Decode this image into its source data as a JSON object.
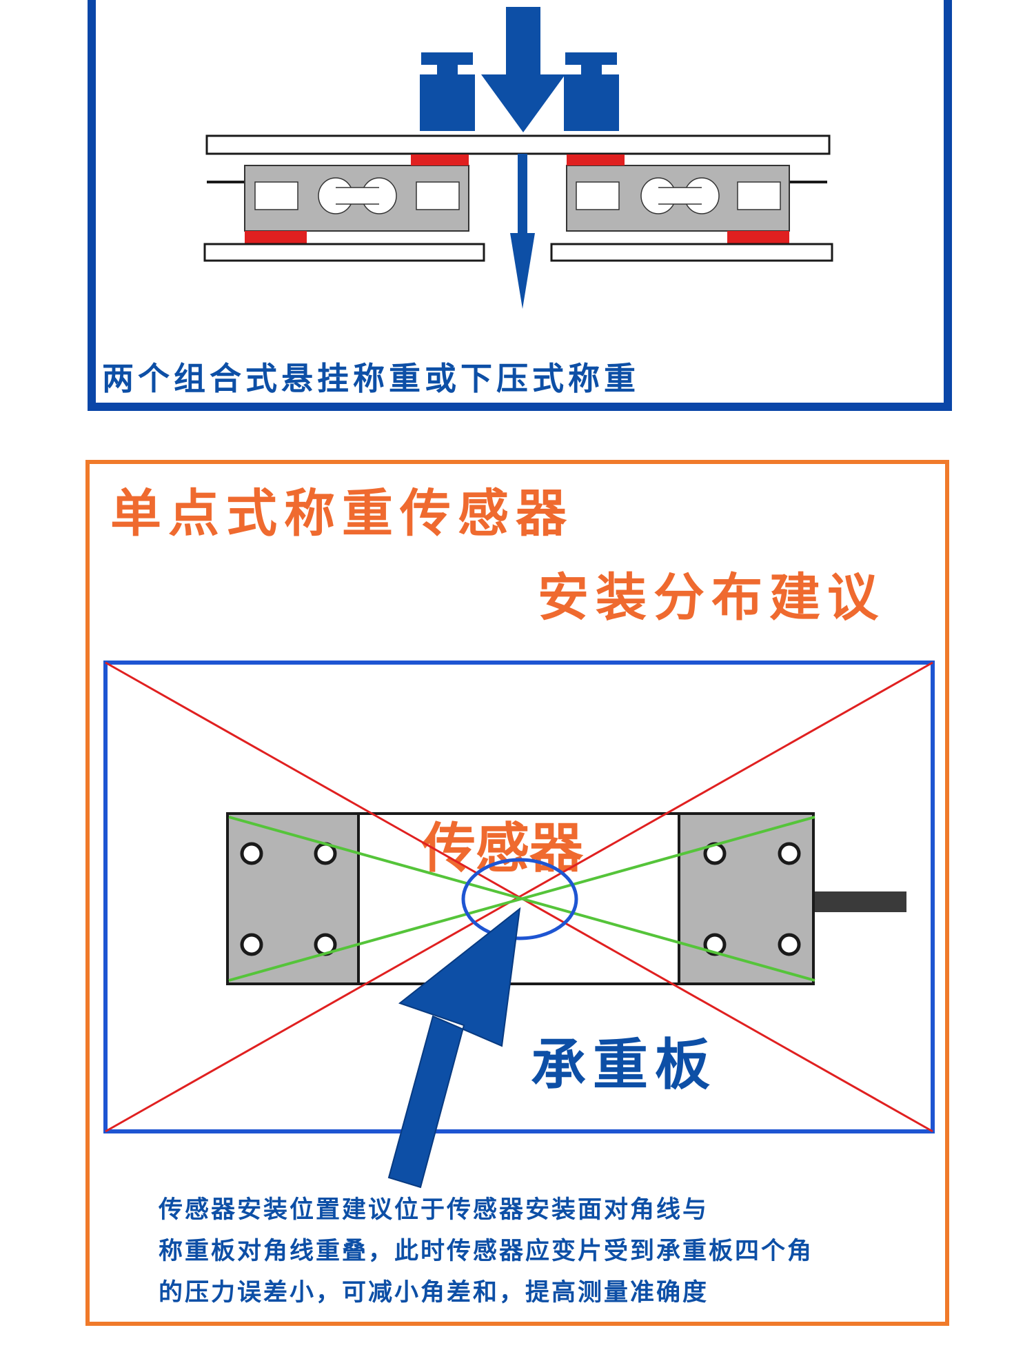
{
  "top_panel": {
    "caption": "两个组合式悬挂称重或下压式称重",
    "border_color": "#0a46a8"
  },
  "bottom_panel": {
    "title": "单点式称重传感器",
    "subtitle": "安装分布建议",
    "border_color": "#f07a2a",
    "sensor_label": "传感器",
    "plate_label": "承重板",
    "description_lines": [
      "传感器安装位置建议位于传感器安装面对角线与",
      "称重板对角线重叠，此时传感器应变片受到承重板四个角",
      "的压力误差小，可减小角差和，提高测量准确度"
    ]
  },
  "colors": {
    "blue": "#0d4fa6",
    "orange": "#ef6a2f",
    "red": "#e02020",
    "green": "#55c43a",
    "gray": "#b4b4b4",
    "dark": "#1a1a1a"
  }
}
